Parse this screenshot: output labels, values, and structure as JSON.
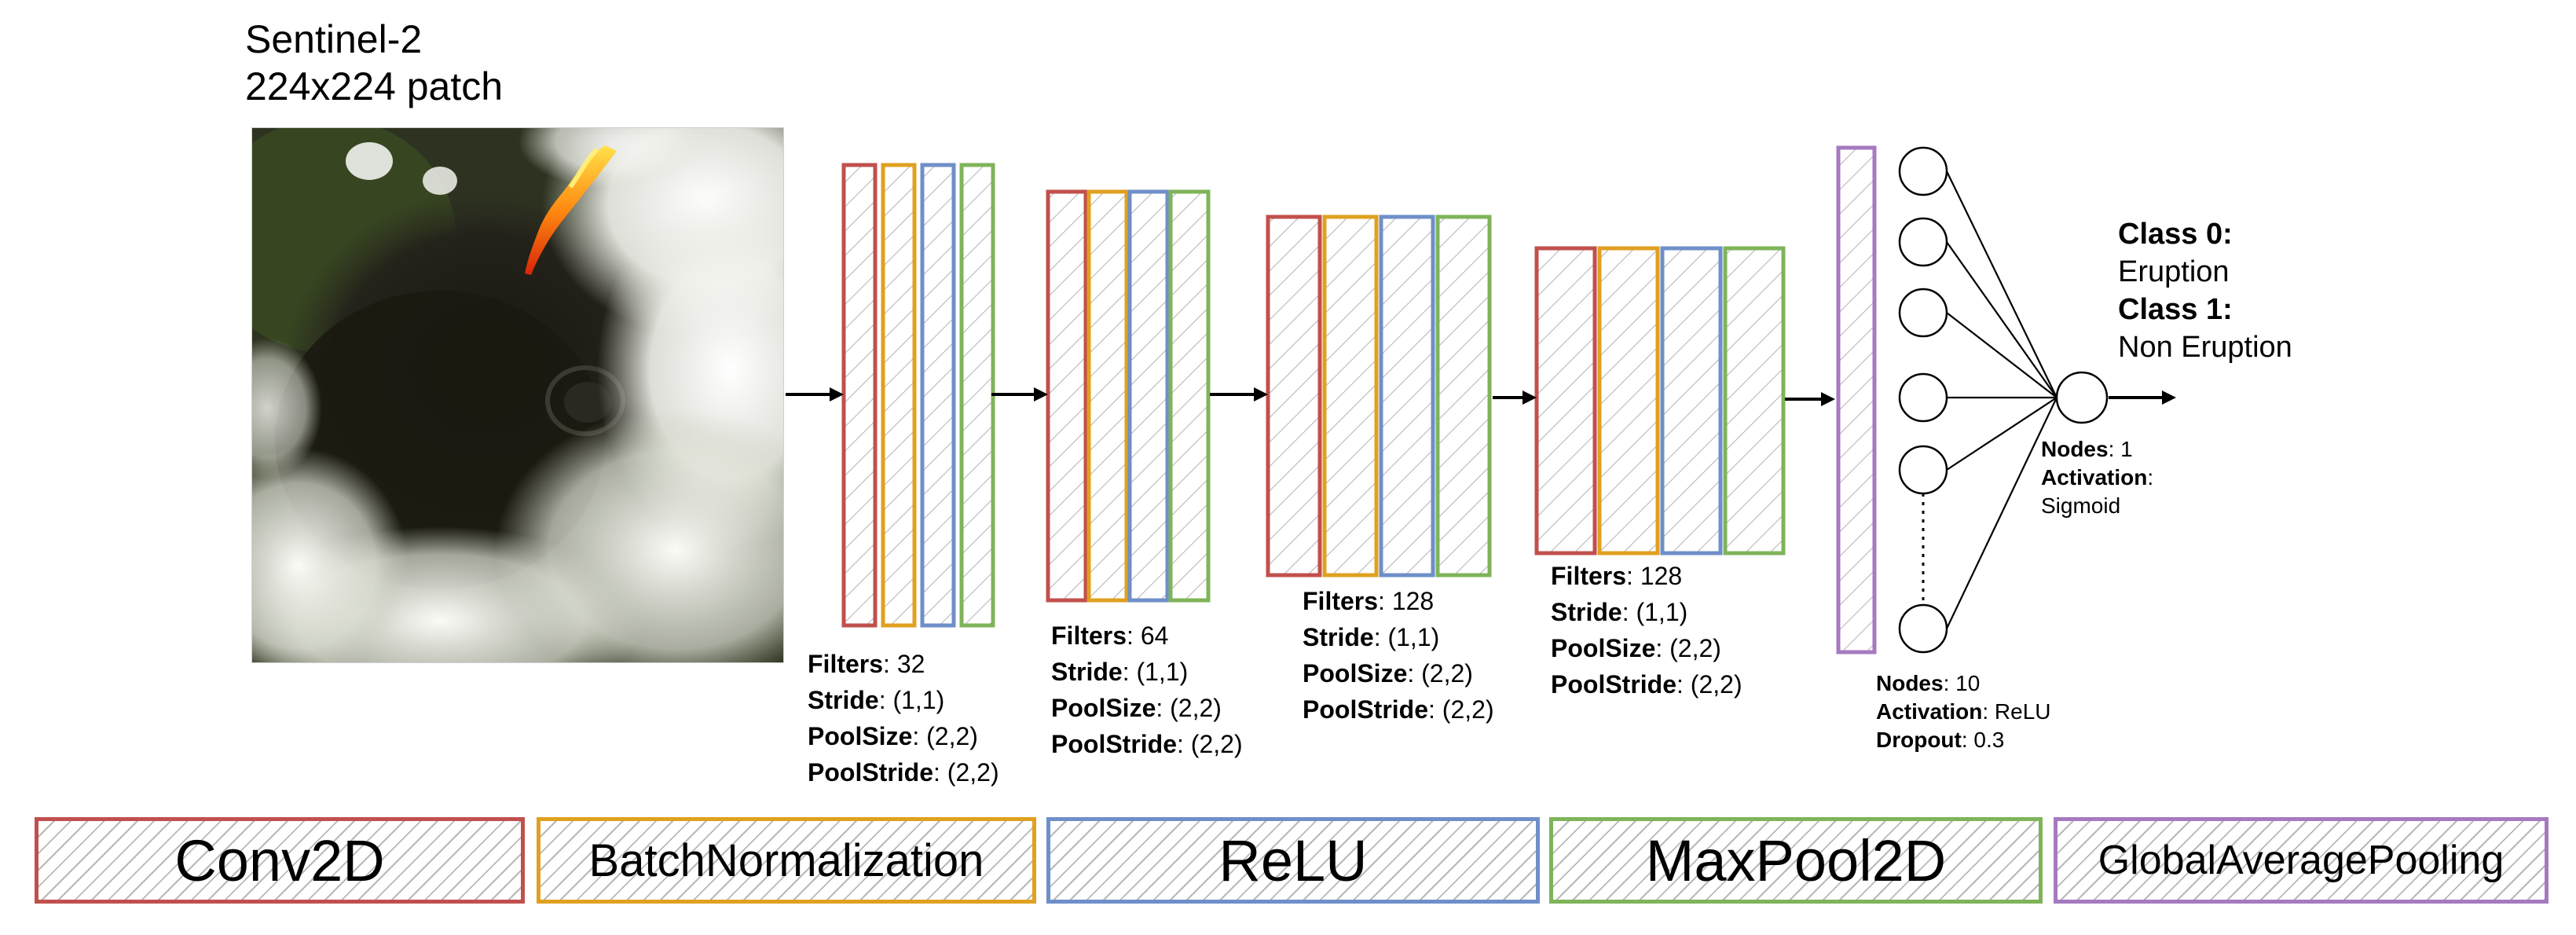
{
  "input": {
    "title_line1": "Sentinel-2",
    "title_line2": "224x224 patch"
  },
  "colors": {
    "conv2d": "#c0504d",
    "batchnorm": "#e0a020",
    "relu": "#6f8fc8",
    "maxpool": "#7fb45a",
    "gap": "#a57ac0",
    "hatch": "#b8b8b8"
  },
  "blocks": [
    {
      "filters_label": "Filters",
      "filters": ": 32",
      "stride_label": "Stride",
      "stride": ": (1,1)",
      "poolsize_label": "PoolSize",
      "poolsize": ": (2,2)",
      "poolstride_label": "PoolStride",
      "poolstride": ": (2,2)"
    },
    {
      "filters_label": "Filters",
      "filters": ": 64",
      "stride_label": "Stride",
      "stride": ": (1,1)",
      "poolsize_label": "PoolSize",
      "poolsize": ": (2,2)",
      "poolstride_label": "PoolStride",
      "poolstride": ": (2,2)"
    },
    {
      "filters_label": "Filters",
      "filters": ": 128",
      "stride_label": "Stride",
      "stride": ": (1,1)",
      "poolsize_label": "PoolSize",
      "poolsize": ": (2,2)",
      "poolstride_label": "PoolStride",
      "poolstride": ": (2,2)"
    },
    {
      "filters_label": "Filters",
      "filters": ": 128",
      "stride_label": "Stride",
      "stride": ": (1,1)",
      "poolsize_label": "PoolSize",
      "poolsize": ": (2,2)",
      "poolstride_label": "PoolStride",
      "poolstride": ": (2,2)"
    }
  ],
  "dense": {
    "nodes_label": "Nodes",
    "nodes": ": 10",
    "activation_label": "Activation",
    "activation": ": ReLU",
    "dropout_label": "Dropout",
    "dropout": ": 0.3"
  },
  "output": {
    "nodes_label": "Nodes",
    "nodes": ": 1",
    "activation_label": "Activation",
    "activation_sep": ":",
    "activation": "Sigmoid"
  },
  "classes": {
    "class0_label": "Class 0:",
    "class0": "Eruption",
    "class1_label": "Class 1:",
    "class1": "Non Eruption"
  },
  "legend": [
    {
      "label": "Conv2D",
      "color": "#c0504d"
    },
    {
      "label": "BatchNormalization",
      "color": "#e0a020"
    },
    {
      "label": "ReLU",
      "color": "#6f8fc8"
    },
    {
      "label": "MaxPool2D",
      "color": "#7fb45a"
    },
    {
      "label": "GlobalAveragePooling",
      "color": "#a57ac0"
    }
  ]
}
